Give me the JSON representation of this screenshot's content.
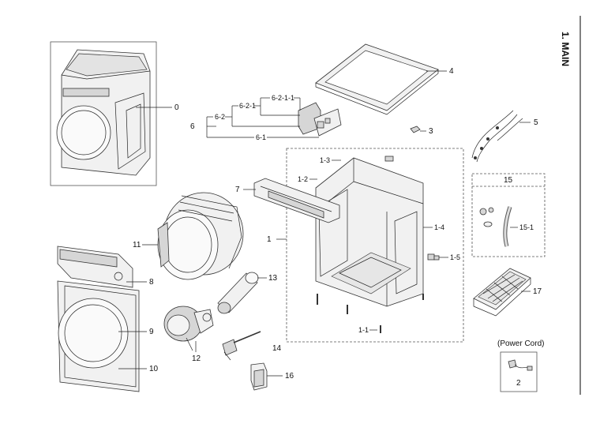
{
  "section_title": "1. MAIN",
  "power_cord_caption": "(Power Cord)",
  "callouts": {
    "c0": "0",
    "c1": "1",
    "c1_1": "1-1",
    "c1_2": "1-2",
    "c1_3": "1-3",
    "c1_4": "1-4",
    "c1_5": "1-5",
    "c2": "2",
    "c3": "3",
    "c4": "4",
    "c5": "5",
    "c6": "6",
    "c6_1": "6-1",
    "c6_2": "6-2",
    "c6_2_1": "6-2-1",
    "c6_2_1_1": "6-2-1-1",
    "c7": "7",
    "c8": "8",
    "c9": "9",
    "c10": "10",
    "c11": "11",
    "c12": "12",
    "c13": "13",
    "c14": "14",
    "c15": "15",
    "c15_1": "15-1",
    "c16": "16",
    "c17": "17"
  }
}
